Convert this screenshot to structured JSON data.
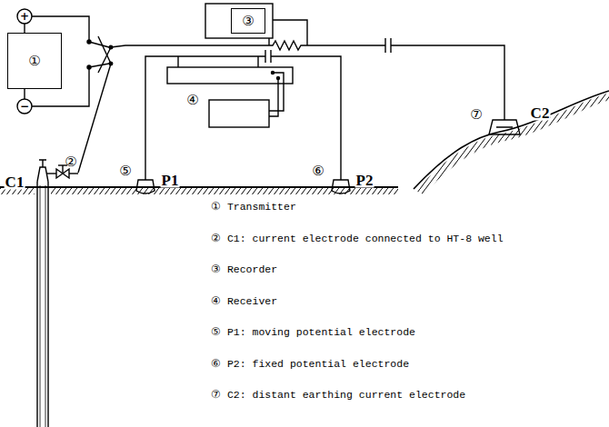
{
  "diagram": {
    "nodes": [
      {
        "text": [
          "①"
        ]
      },
      {
        "text": [
          "③"
        ]
      }
    ],
    "labels": [
      "+",
      "−",
      "C1",
      "②",
      "⑤",
      "P1",
      "⑥",
      "P2",
      "⑦",
      "C2",
      "④",
      "① Transmitter",
      "② C1: current electrode connected to HT-8 well",
      "③ Recorder",
      "④ Receiver",
      "⑤ P1: moving potential electrode",
      "⑥ P2: fixed potential electrode",
      "⑦ C2: distant earthing current electrode"
    ]
  }
}
